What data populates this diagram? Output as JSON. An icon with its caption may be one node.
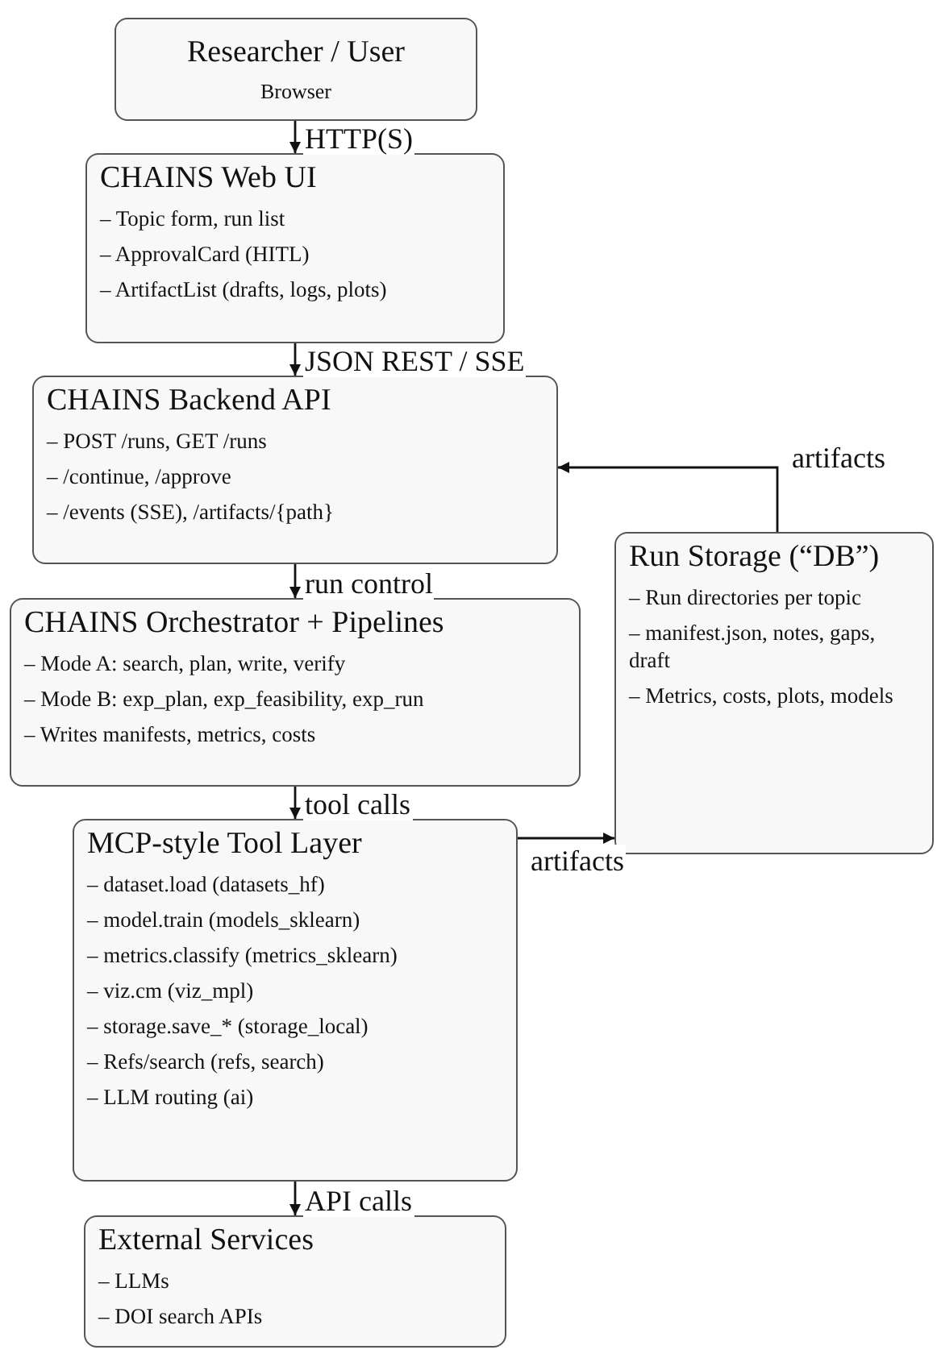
{
  "diagram": {
    "nodes": [
      {
        "text": [
          "Researcher / User",
          "Browser"
        ]
      },
      {
        "text": [
          "CHAINS Web UI",
          "– Topic form, run list",
          "– ApprovalCard (HITL)",
          "– ArtifactList (drafts, logs, plots)"
        ]
      },
      {
        "text": [
          "CHAINS Backend API",
          "– POST /runs, GET /runs",
          "– /continue, /approve",
          "– /events (SSE), /artifacts/{path}"
        ]
      },
      {
        "text": [
          "CHAINS Orchestrator + Pipelines",
          "– Mode A: search, plan, write, verify",
          "– Mode B: exp_plan, exp_feasibility, exp_run",
          "– Writes manifests, metrics, costs"
        ]
      },
      {
        "text": [
          "Run Storage (“DB”)",
          "– Run directories per topic",
          "– manifest.json, notes, gaps, draft",
          "– Metrics, costs, plots, models"
        ]
      },
      {
        "text": [
          "MCP-style Tool Layer",
          "– dataset.load (datasets_hf)",
          "– model.train (models_sklearn)",
          "– metrics.classify (metrics_sklearn)",
          "– viz.cm (viz_mpl)",
          "– storage.save_* (storage_local)",
          "– Refs/search (refs, search)",
          "– LLM routing (ai)"
        ]
      },
      {
        "text": [
          "External Services",
          "– LLMs",
          "– DOI search APIs"
        ]
      }
    ],
    "edges": [
      {
        "from": 0,
        "to": 1,
        "arrow": "to",
        "label": "HTTP(S)"
      },
      {
        "from": 1,
        "to": 2,
        "arrow": "to",
        "label": "JSON REST / SSE"
      },
      {
        "from": 2,
        "to": 3,
        "arrow": "to",
        "label": "run control"
      },
      {
        "from": 3,
        "to": 5,
        "arrow": "to",
        "label": "tool calls"
      },
      {
        "from": 5,
        "to": 6,
        "arrow": "to",
        "label": "API calls"
      },
      {
        "from": 5,
        "to": 4,
        "arrow": "to",
        "label": "artifacts"
      },
      {
        "from": 4,
        "to": 2,
        "arrow": "to",
        "label": "artifacts"
      }
    ]
  }
}
